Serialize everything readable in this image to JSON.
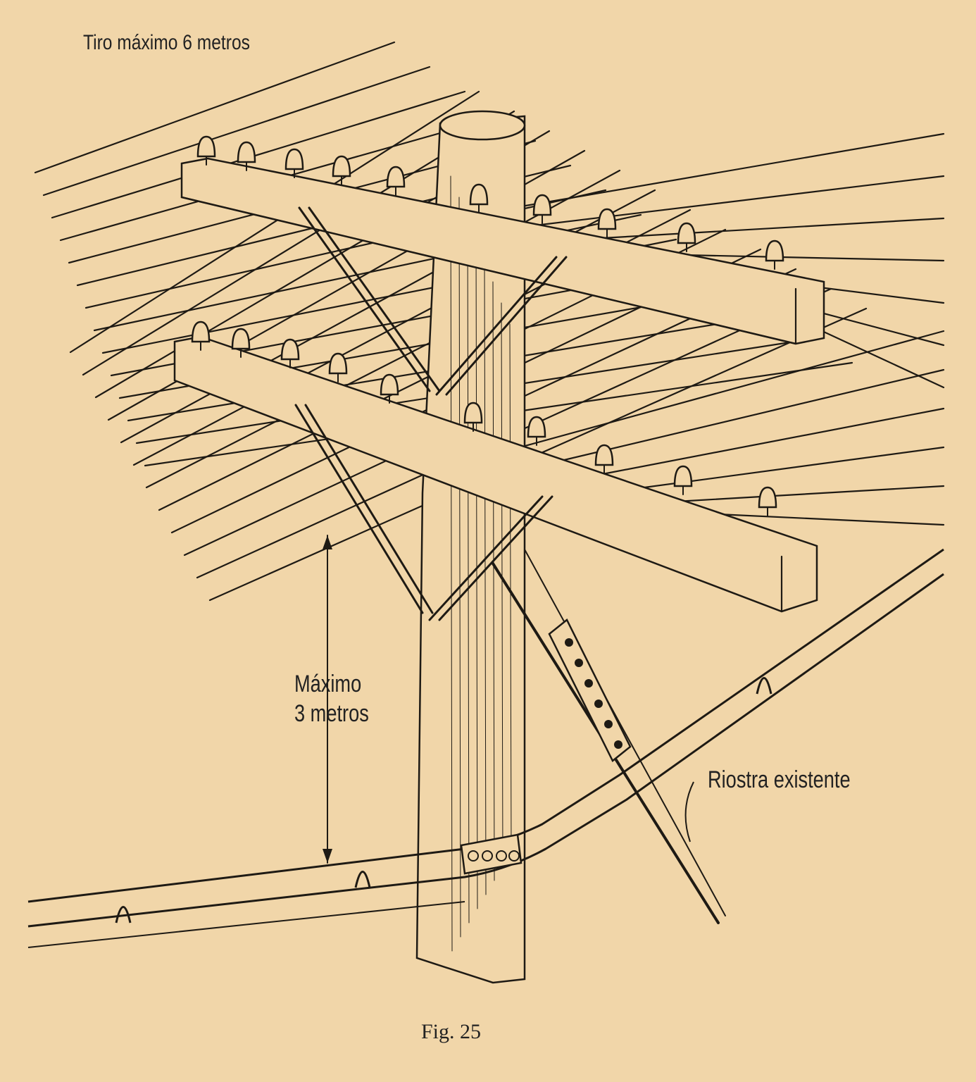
{
  "figure": {
    "caption": "Fig. 25",
    "labels": {
      "top_pull": "Tiro máximo 6 metros",
      "max_height_line1": "Máximo",
      "max_height_line2": "3 metros",
      "existing_guy": "Riostra existente"
    },
    "colors": {
      "paper": "#f1d6a9",
      "ink": "#1e1a14"
    }
  }
}
